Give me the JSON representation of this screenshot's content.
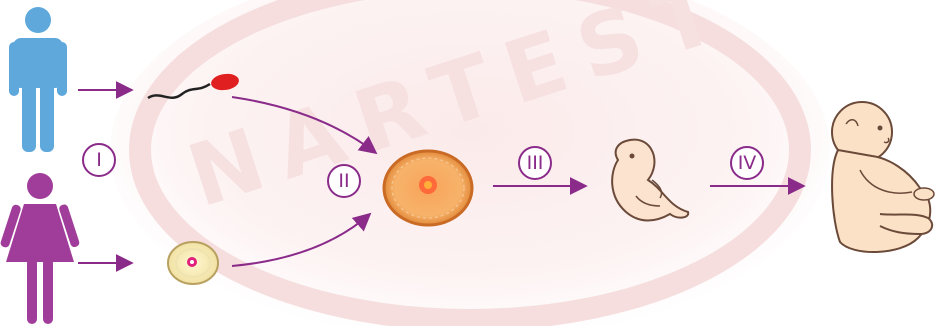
{
  "diagram": {
    "watermark": "NARTEST",
    "stages": [
      {
        "id": "stage-1",
        "label": "I"
      },
      {
        "id": "stage-2",
        "label": "II"
      },
      {
        "id": "stage-3",
        "label": "III"
      },
      {
        "id": "stage-4",
        "label": "IV"
      }
    ],
    "icons": {
      "male": "male-figure-icon",
      "female": "female-figure-icon",
      "sperm": "sperm-cell-icon",
      "egg": "egg-cell-icon",
      "zygote": "zygote-cell-icon",
      "embryo": "embryo-icon",
      "baby": "baby-icon"
    },
    "colors": {
      "male": "#5ea8dc",
      "female": "#a03c9a",
      "arrow": "#8a2b8a",
      "sperm": "#e02020",
      "label": "#8a2b8a"
    }
  }
}
